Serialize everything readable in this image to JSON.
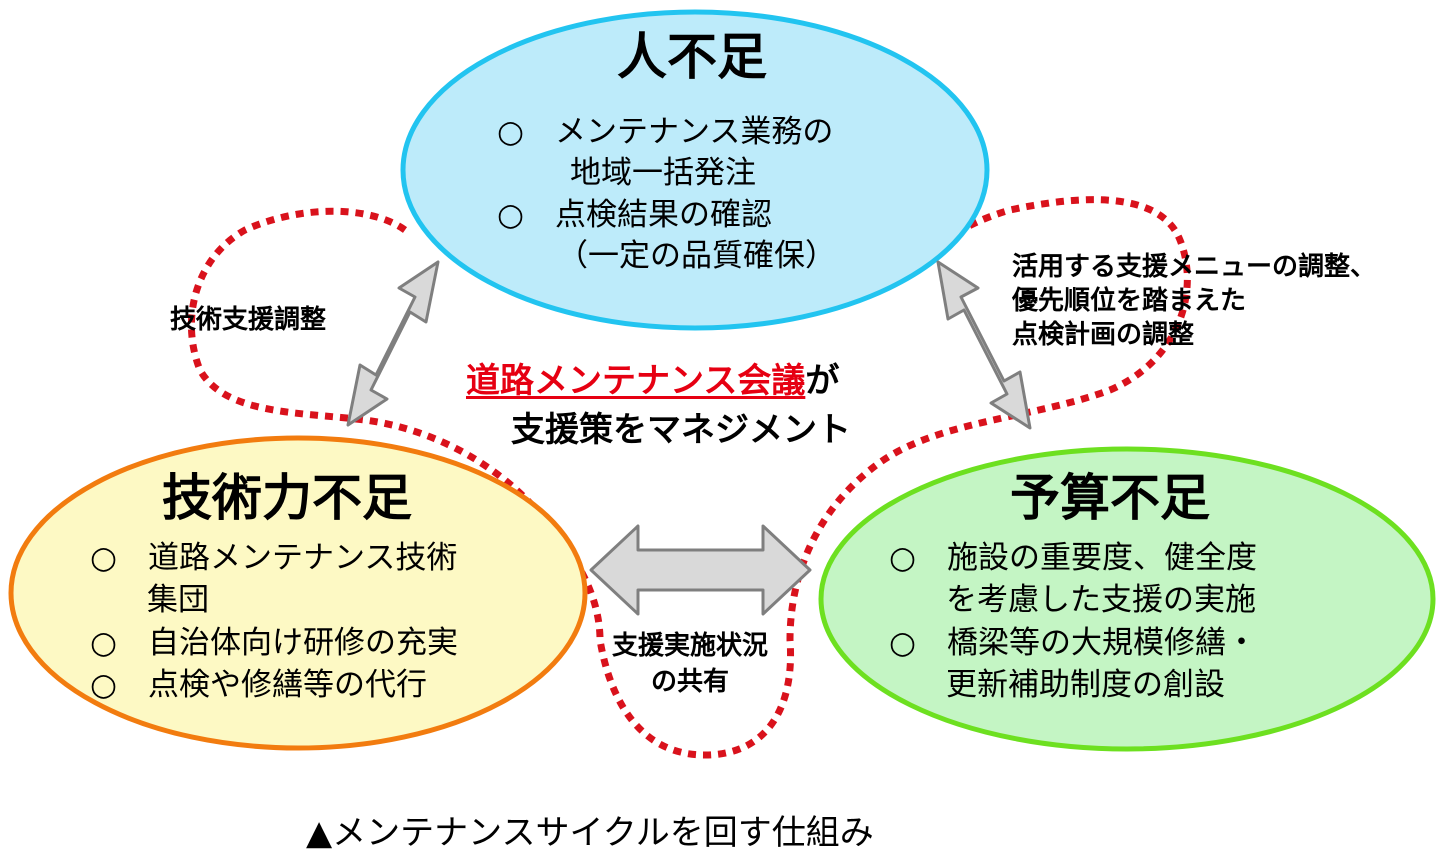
{
  "top_node": {
    "title": "人不足",
    "items": [
      "○　メンテナンス業務の",
      "地域一括発注",
      "○　点検結果の確認",
      "（一定の品質確保）"
    ]
  },
  "left_node": {
    "title": "技術力不足",
    "items": [
      "○　道路メンテナンス技術",
      "集団",
      "○　自治体向け研修の充実",
      "○　点検や修繕等の代行"
    ]
  },
  "right_node": {
    "title": "予算不足",
    "items": [
      "○　施設の重要度、健全度",
      "を考慮した支援の実施",
      "○　橋梁等の大規模修繕・",
      "更新補助制度の創設"
    ]
  },
  "links": {
    "left": "技術支援調整",
    "right": [
      "活用する支援メニューの調整、",
      "優先順位を踏まえた",
      "点検計画の調整"
    ],
    "bottom": [
      "支援実施状況",
      "の共有"
    ]
  },
  "center": {
    "emphasis": "道路メンテナンス会議",
    "particle": "が",
    "line2": "支援策をマネジメント"
  },
  "caption": "▲メンテナンスサイクルを回す仕組み",
  "colors": {
    "top_fill": "#bdebfa",
    "top_stroke": "#22c4f0",
    "left_fill": "#fdf9c4",
    "left_stroke": "#f27c0f",
    "right_fill": "#c4f5c4",
    "right_stroke": "#6de020",
    "dotted": "#d9121c",
    "arrow_fill": "#d9d9d9",
    "arrow_stroke": "#7f7f7f",
    "emphasis": "#e60012"
  }
}
